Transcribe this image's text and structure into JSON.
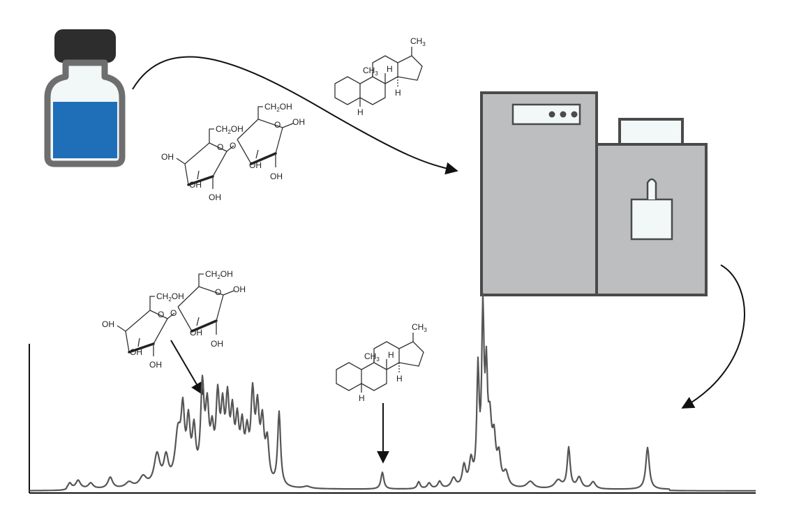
{
  "colors": {
    "cap": "#2d2d2d",
    "vial_wall": "#6e6e6e",
    "vial_glass": "#f2f7f8",
    "liquid": "#1f6fb8",
    "instrument_fill": "#bdbec0",
    "instrument_stroke": "#4a4a4a",
    "spectrum": "#555555",
    "arrow": "#111111"
  },
  "icons": [
    "sample-vial-icon",
    "spectrometer-icon",
    "lactose-structure",
    "steroid-structure",
    "spectrum-trace"
  ],
  "labels": {
    "oh": "OH",
    "ch2oh_prefix": "CH",
    "ch2oh_sub": "2",
    "ch2oh_suffix": "OH",
    "o": "O",
    "h": "H",
    "ch3_prefix": "CH",
    "ch3_sub": "3"
  }
}
